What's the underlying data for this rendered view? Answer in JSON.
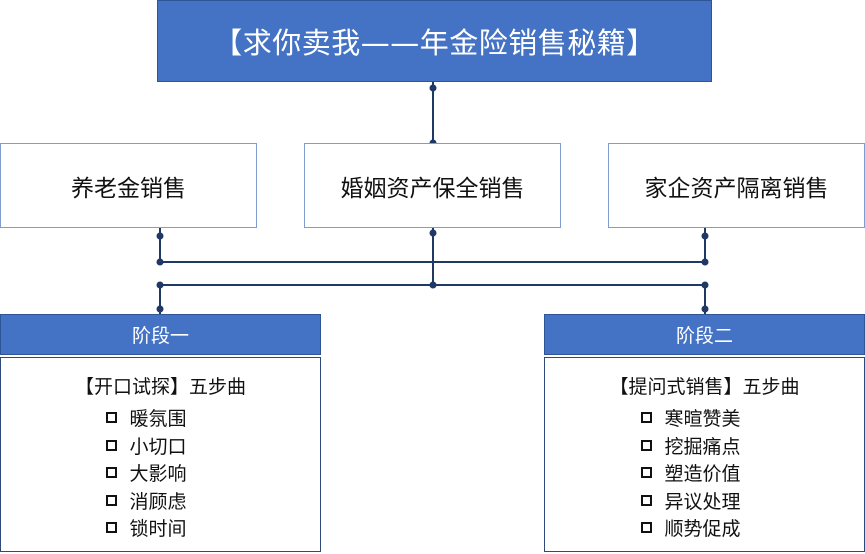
{
  "title": "【求你卖我——年金险销售秘籍】",
  "categories": [
    {
      "label": "养老金销售"
    },
    {
      "label": "婚姻资产保全销售"
    },
    {
      "label": "家企资产隔离销售"
    }
  ],
  "stages": [
    {
      "header": "阶段一",
      "title": "【开口试探】五步曲",
      "steps": [
        "暖氛围",
        "小切口",
        "大影响",
        "消顾虑",
        "锁时间"
      ]
    },
    {
      "header": "阶段二",
      "title": "【提问式销售】五步曲",
      "steps": [
        "寒暄赞美",
        "挖掘痛点",
        "塑造价值",
        "异议处理",
        "顺势促成"
      ]
    }
  ],
  "colors": {
    "header_fill": "#4472C4",
    "connector": "#1f3864",
    "box_border": "#7f9ccc"
  }
}
